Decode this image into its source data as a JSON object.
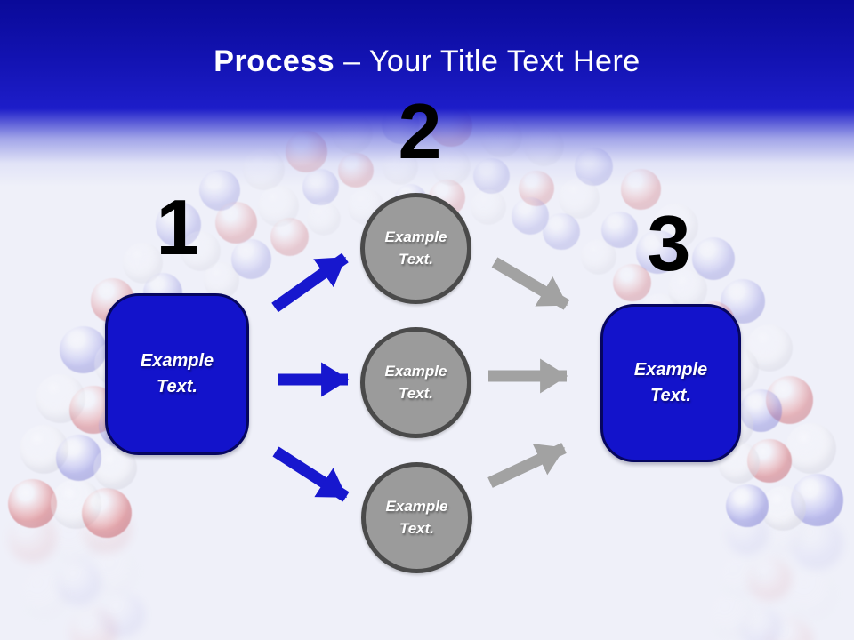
{
  "title": {
    "bold": "Process",
    "rest": "– Your Title Text Here"
  },
  "steps": [
    {
      "number": "1",
      "label": "Example Text."
    },
    {
      "number": "2",
      "circles": [
        {
          "label": "Example Text."
        },
        {
          "label": "Example Text."
        },
        {
          "label": "Example Text."
        }
      ]
    },
    {
      "number": "3",
      "label": "Example Text."
    }
  ],
  "colors": {
    "background": "#EFF0F9",
    "header_top": "#0A0A99",
    "header_bottom": "#1D1DC9",
    "title_text": "#FFFFFF",
    "number_color": "#000000",
    "step_box_fill": "#1313CB",
    "step_box_border": "#06065E",
    "circle_fill": "#9B9B9B",
    "circle_border": "#4A4A4A",
    "arrow_blue": "#1717CE",
    "arrow_gray": "#A2A2A2",
    "balloon_palette": [
      "#E06060",
      "#F6F6F8",
      "#F6F6F8",
      "#8A8AE6",
      "#E06060",
      "#F6F6F8",
      "#8A8AE6",
      "#8A8AE6",
      "#F6F6F8",
      "#E06060",
      "#F6F6F8",
      "#8A8AE6"
    ]
  }
}
